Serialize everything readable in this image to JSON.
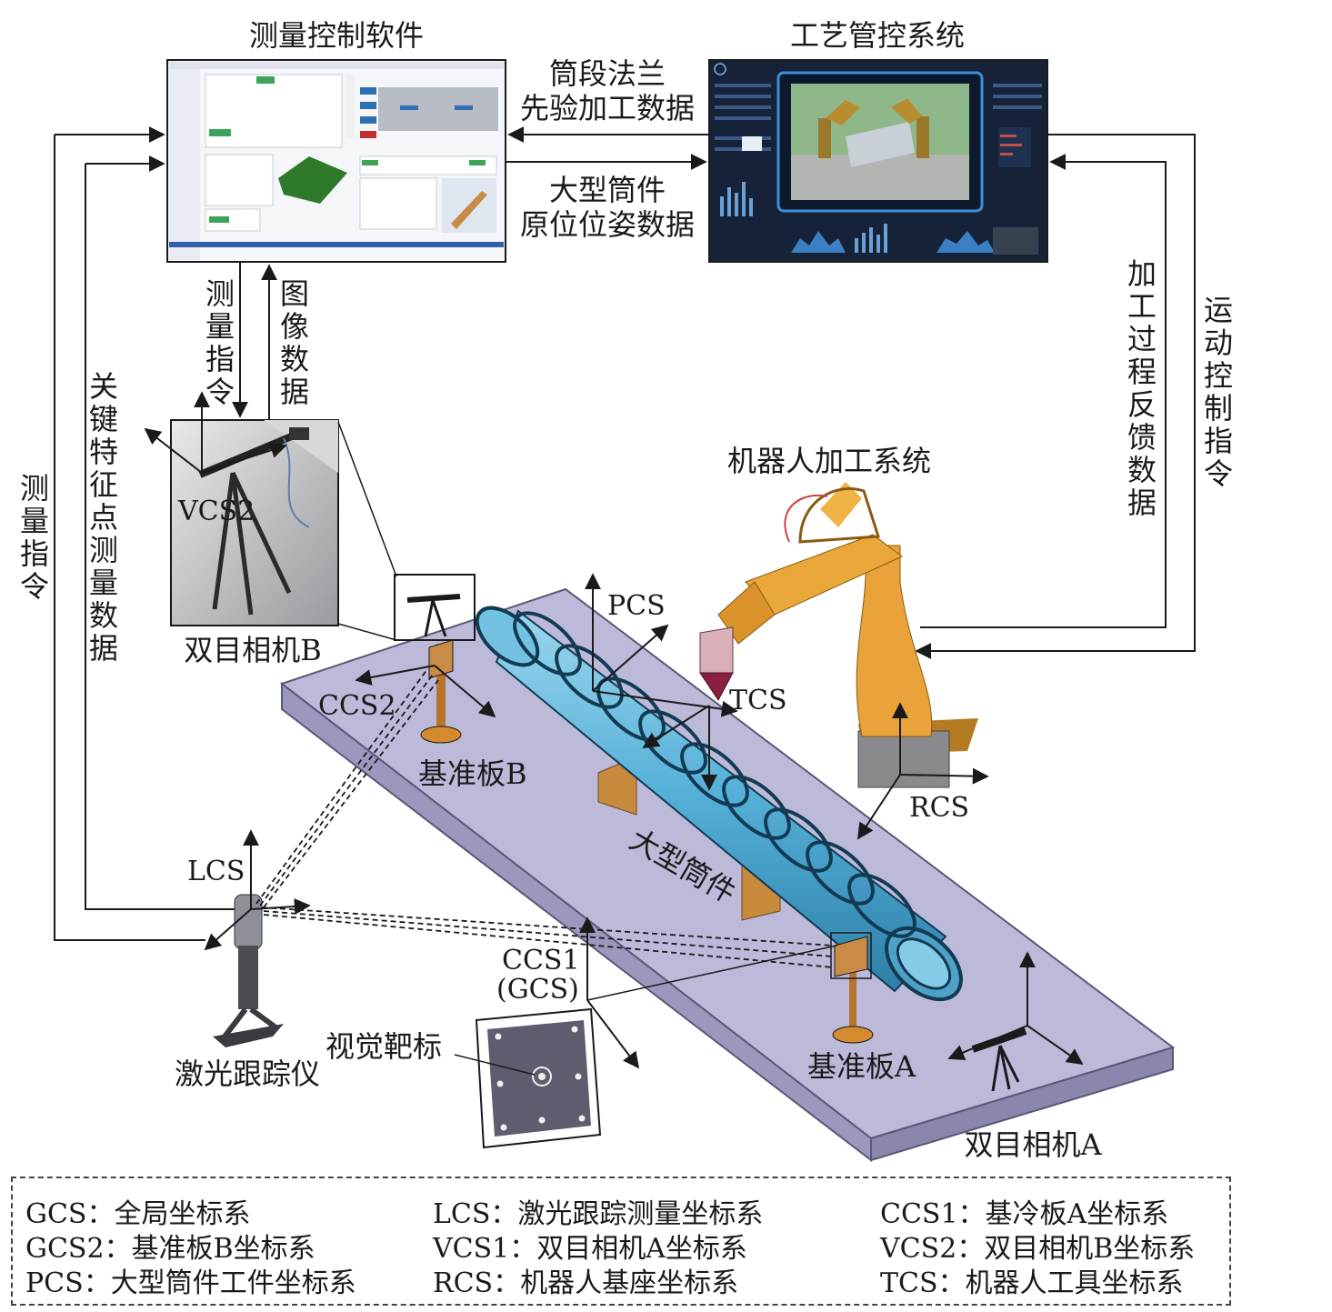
{
  "titles": {
    "measurement_software": "测量控制软件",
    "process_control_system": "工艺管控系统",
    "robot_system": "机器人加工系统"
  },
  "flows": {
    "flange_prior_line1": "筒段法兰",
    "flange_prior_line2": "先验加工数据",
    "pose_line1": "大型筒件",
    "pose_line2": "原位位姿数据",
    "measure_cmd_short": [
      "测",
      "量",
      "指",
      "令"
    ],
    "image_data": [
      "图",
      "像",
      "数",
      "据"
    ],
    "keypoint_data": [
      "关",
      "键",
      "特",
      "征",
      "点",
      "测",
      "量",
      "数",
      "据"
    ],
    "measure_cmd_left": [
      "测",
      "量",
      "指",
      "令"
    ],
    "process_feedback": [
      "加",
      "工",
      "过",
      "程",
      "反",
      "馈",
      "数",
      "据"
    ],
    "motion_cmd": [
      "运",
      "动",
      "控",
      "制",
      "指",
      "令"
    ]
  },
  "labels": {
    "camera_b": "双目相机B",
    "camera_a": "双目相机A",
    "vcs2": "VCS2",
    "ccs2": "CCS2",
    "pcs": "PCS",
    "tcs": "TCS",
    "rcs": "RCS",
    "lcs": "LCS",
    "ccs1": "CCS1",
    "gcs": "(GCS)",
    "ref_plate_b": "基准板B",
    "ref_plate_a": "基准板A",
    "large_cylinder": "大型筒件",
    "visual_target": "视觉靶标",
    "laser_tracker": "激光跟踪仪"
  },
  "legend": [
    "GCS：全局坐标系",
    "LCS：激光跟踪测量坐标系",
    "CCS1：基冷板A坐标系",
    "GCS2：基准板B坐标系",
    "VCS1：双目相机A坐标系",
    "VCS2：双目相机B坐标系",
    "PCS：大型筒件工件坐标系",
    "RCS：机器人基座坐标系",
    "TCS：机器人工具坐标系"
  ],
  "colors": {
    "platform": "#b9b6d6",
    "cylinder": "#5fb4d8",
    "robot": "#e8a53a",
    "screen_dark": "#1b2a45",
    "line": "#1a1a1a"
  }
}
